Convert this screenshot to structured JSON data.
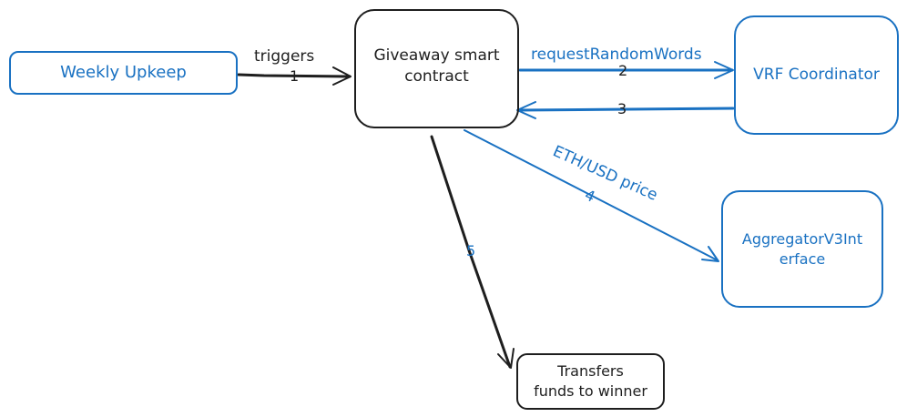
{
  "colors": {
    "blue": "#1971c2",
    "black": "#1e1e1e",
    "background": "#ffffff"
  },
  "nodes": {
    "weekly_upkeep": "Weekly Upkeep",
    "giveaway_contract": [
      "Giveaway smart",
      "contract"
    ],
    "vrf_coordinator": "VRF Coordinator",
    "aggregator": [
      "AggregatorV3Int",
      "erface"
    ],
    "transfers": [
      "Transfers",
      "funds to winner"
    ]
  },
  "edges": [
    {
      "from": "weekly_upkeep",
      "to": "giveaway_contract",
      "label": "triggers",
      "step": "1",
      "color": "black"
    },
    {
      "from": "giveaway_contract",
      "to": "vrf_coordinator",
      "label": "requestRandomWords",
      "step": "2",
      "color": "blue"
    },
    {
      "from": "vrf_coordinator",
      "to": "giveaway_contract",
      "label": "",
      "step": "3",
      "color": "blue"
    },
    {
      "from": "giveaway_contract",
      "to": "aggregator",
      "label": "ETH/USD price",
      "step": "4",
      "color": "blue"
    },
    {
      "from": "giveaway_contract",
      "to": "transfers",
      "label": "",
      "step": "5",
      "color": "black"
    }
  ]
}
